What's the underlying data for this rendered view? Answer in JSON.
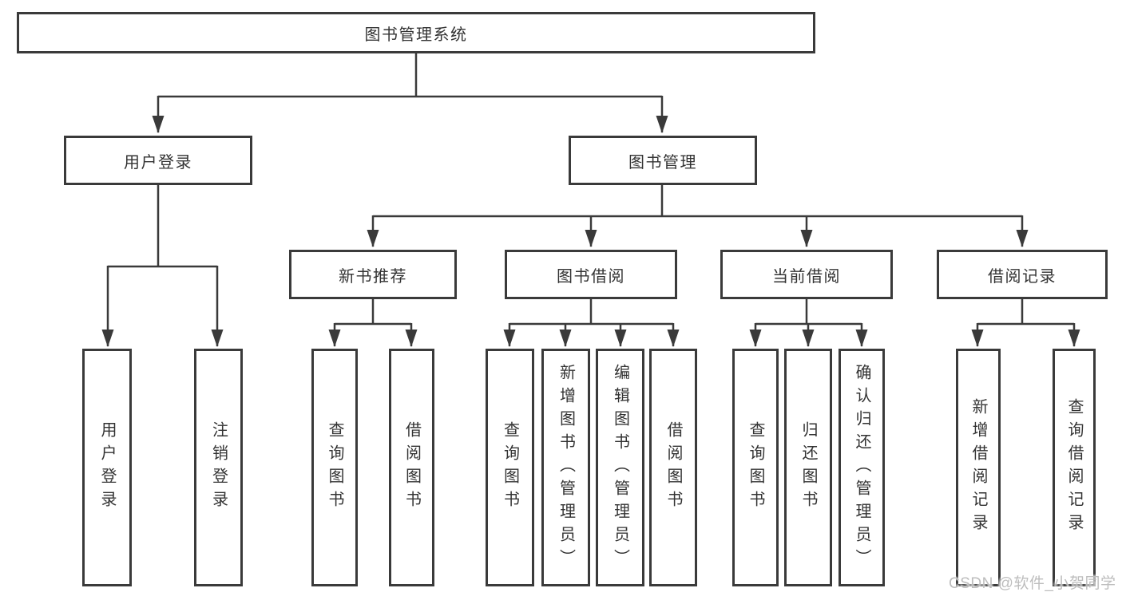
{
  "page": {
    "background": "#ffffff"
  },
  "colors": {
    "line": "#3a3a3a",
    "box_border": "#3a3a3a",
    "text": "#333333",
    "watermark": "#bdbdbd"
  },
  "watermark": {
    "text": "CSDN @软件_小贺同学"
  },
  "tree": {
    "label": "图书管理系统",
    "children": [
      {
        "label": "用户登录",
        "children": [
          {
            "label": "用户登录"
          },
          {
            "label": "注销登录"
          }
        ]
      },
      {
        "label": "图书管理",
        "children": [
          {
            "label": "新书推荐",
            "children": [
              {
                "label": "查询图书"
              },
              {
                "label": "借阅图书"
              }
            ]
          },
          {
            "label": "图书借阅",
            "children": [
              {
                "label": "查询图书"
              },
              {
                "label": "新增图书（管理员）"
              },
              {
                "label": "编辑图书（管理员）"
              },
              {
                "label": "借阅图书"
              }
            ]
          },
          {
            "label": "当前借阅",
            "children": [
              {
                "label": "查询图书"
              },
              {
                "label": "归还图书"
              },
              {
                "label": "确认归还（管理员）"
              }
            ]
          },
          {
            "label": "借阅记录",
            "children": [
              {
                "label": "新增借阅记录"
              },
              {
                "label": "查询借阅记录"
              }
            ]
          }
        ]
      }
    ]
  }
}
